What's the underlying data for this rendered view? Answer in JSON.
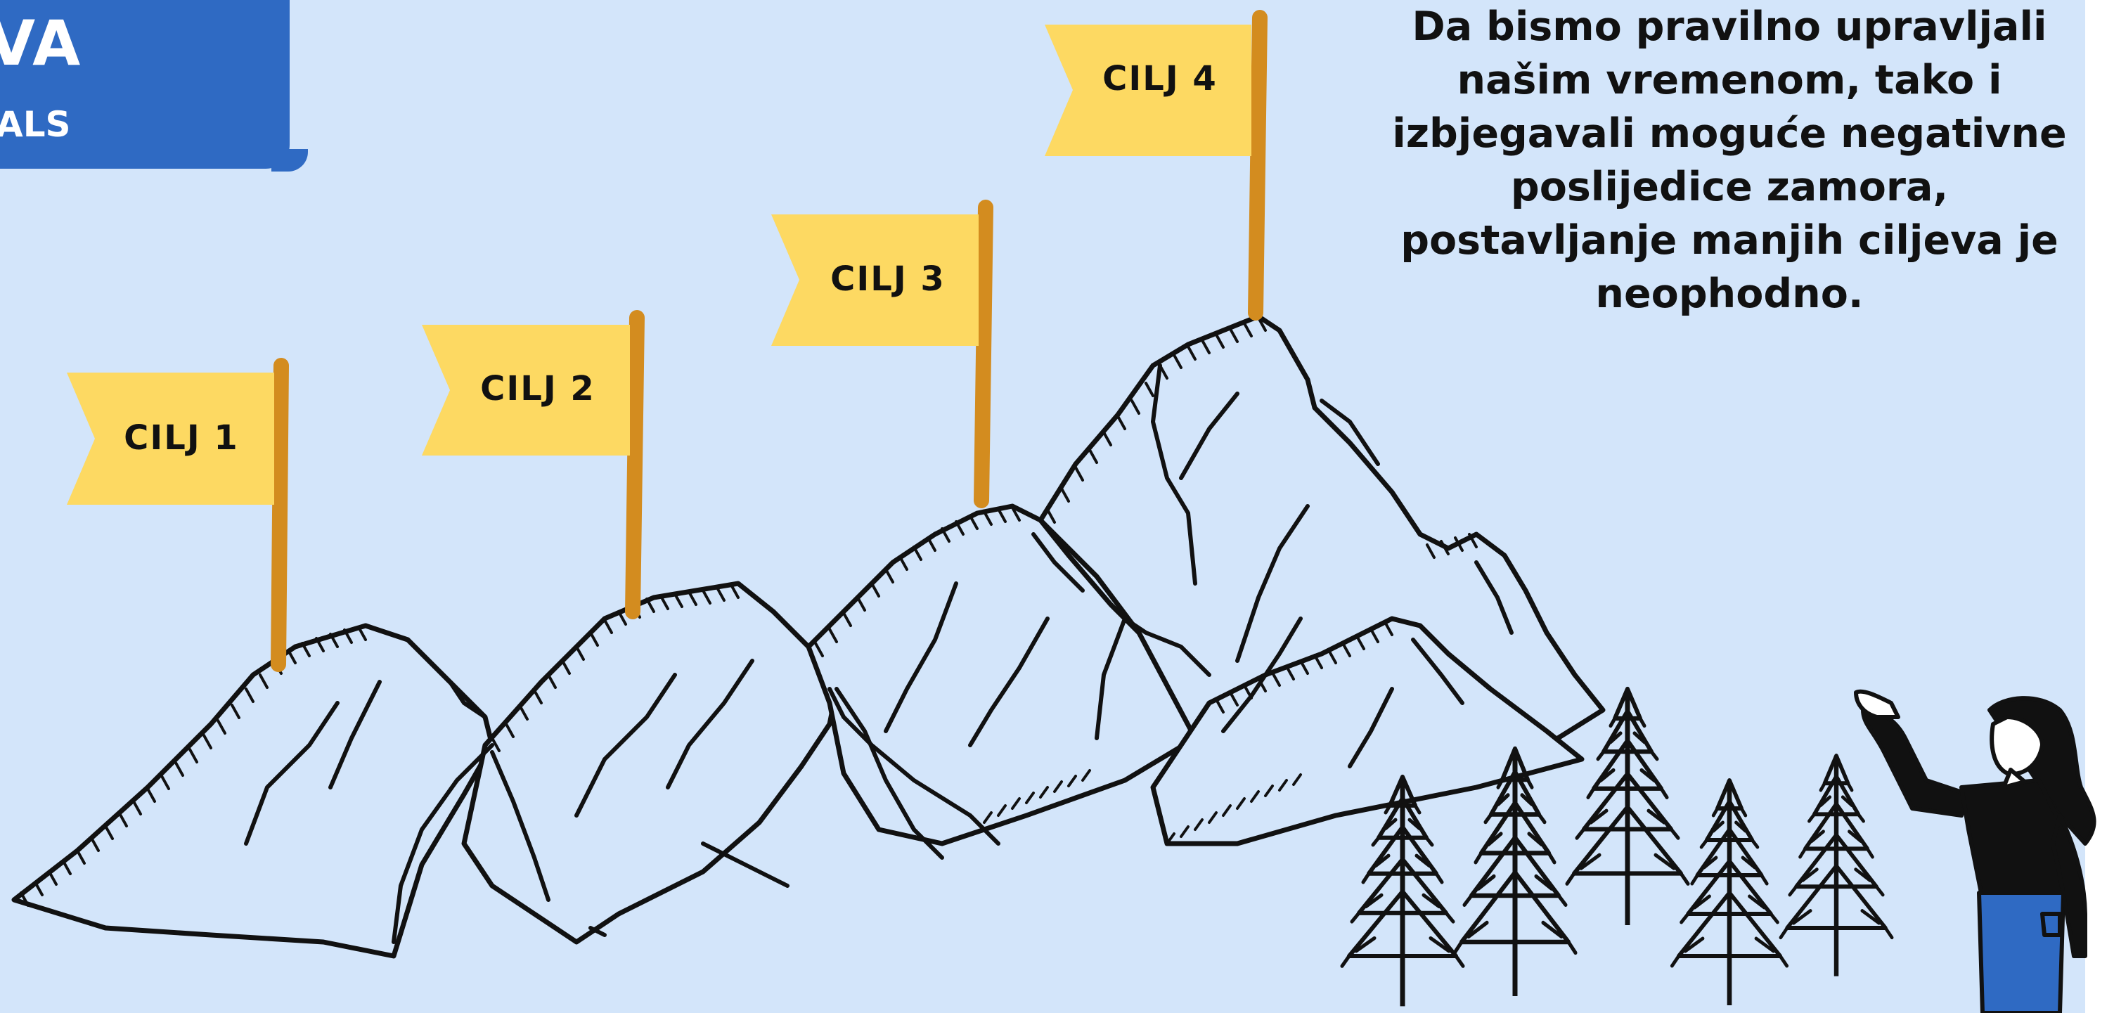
{
  "banner": {
    "title": "VA",
    "subtitle": "ALS"
  },
  "quote": {
    "text": "Da bismo pravilno upravljali našim vremenom, tako i izbjegavali moguće negativne poslijedice zamora, postavljanje manjih ciljeva je neophodno."
  },
  "flags": [
    {
      "label": "CILJ 1"
    },
    {
      "label": "CILJ 2"
    },
    {
      "label": "CILJ 3"
    },
    {
      "label": "CILJ 4"
    }
  ],
  "colors": {
    "background": "#d3e5fa",
    "banner": "#2f6ac3",
    "flag": "#fdd962",
    "pole": "#d38c1f",
    "ink": "#111111",
    "pants": "#2f6ac3"
  },
  "icons": [
    "mountain-range-illustration",
    "pine-tree-illustration",
    "woman-pointing-illustration"
  ]
}
